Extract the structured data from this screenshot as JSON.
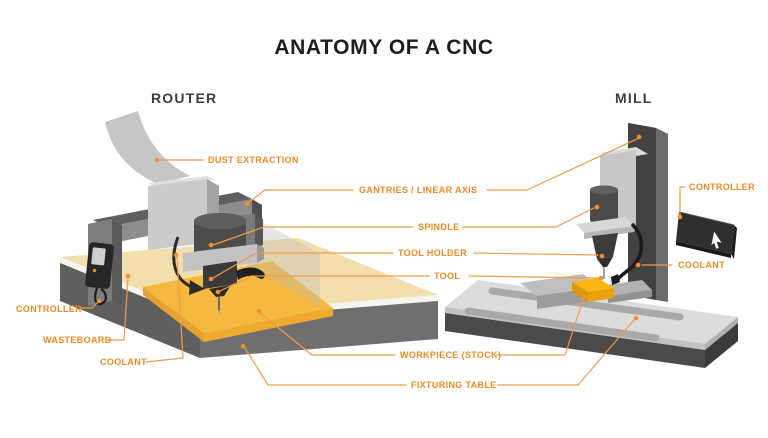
{
  "title": "ANATOMY OF A CNC",
  "machines": {
    "router": {
      "name": "ROUTER"
    },
    "mill": {
      "name": "MILL"
    }
  },
  "labels": {
    "dust_extraction": "DUST EXTRACTION",
    "gantries": "GANTRIES / LINEAR AXIS",
    "spindle": "SPINDLE",
    "tool_holder": "TOOL HOLDER",
    "tool": "TOOL",
    "controller_left": "CONTROLLER",
    "wasteboard": "WASTEBOARD",
    "coolant_left": "COOLANT",
    "workpiece": "WORKPIECE (STOCK)",
    "fixturing_table": "FIXTURING TABLE",
    "controller_right": "CONTROLLER",
    "coolant_right": "COOLANT"
  },
  "icons": {
    "cursor": "mouse-cursor-arrow"
  },
  "colors": {
    "accent_orange": "#ee8a21",
    "leader_line": "#f19a4a",
    "title_text": "#1d1d1b",
    "machine_name_text": "#3d3d3c",
    "workpiece_yellow": "#f6b93f",
    "wasteboard_tan": "#f2dfad",
    "machine_gray": "#8d8d8d",
    "dark_base_gray": "#5f5f5f",
    "mill_table_gray": "#dcdcdc",
    "background": "#ffffff"
  }
}
